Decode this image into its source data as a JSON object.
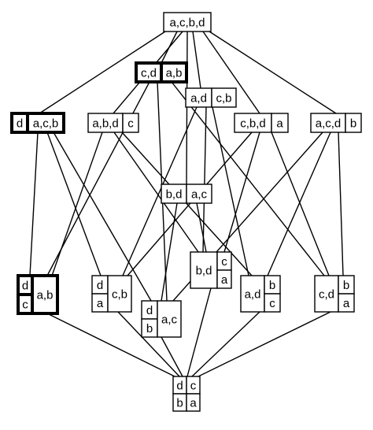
{
  "diagram": {
    "nodes": [
      {
        "id": "n-abcd",
        "highlight": false,
        "cells": [
          "a,c,b,d"
        ]
      },
      {
        "id": "n-cd-ab",
        "highlight": true,
        "cells": [
          "c,d",
          "a,b"
        ]
      },
      {
        "id": "n-ad-cb",
        "highlight": false,
        "cells": [
          "a,d",
          "c,b"
        ]
      },
      {
        "id": "n-d-acb",
        "highlight": true,
        "cells": [
          "d",
          "a,c,b"
        ]
      },
      {
        "id": "n-abd-c",
        "highlight": false,
        "cells": [
          "a,b,d",
          "c"
        ]
      },
      {
        "id": "n-cbd-a",
        "highlight": false,
        "cells": [
          "c,b,d",
          "a"
        ]
      },
      {
        "id": "n-acd-b",
        "highlight": false,
        "cells": [
          "a,c,d",
          "b"
        ]
      },
      {
        "id": "n-bd-ac",
        "highlight": false,
        "cells": [
          "b,d",
          "a,c"
        ]
      },
      {
        "id": "n-bd-c-a",
        "highlight": false,
        "cells": [
          "b,d",
          "c",
          "a"
        ]
      },
      {
        "id": "n-d-c-ab",
        "highlight": true,
        "cells": [
          "d",
          "c",
          "a,b"
        ]
      },
      {
        "id": "n-d-a-cb",
        "highlight": false,
        "cells": [
          "d",
          "a",
          "c,b"
        ]
      },
      {
        "id": "n-d-b-ac",
        "highlight": false,
        "cells": [
          "d",
          "b",
          "a,c"
        ]
      },
      {
        "id": "n-ad-b-c",
        "highlight": false,
        "cells": [
          "a,d",
          "b",
          "c"
        ]
      },
      {
        "id": "n-cd-b-a",
        "highlight": false,
        "cells": [
          "c,d",
          "b",
          "a"
        ]
      },
      {
        "id": "n-dcba",
        "highlight": false,
        "cells": [
          "d",
          "c",
          "b",
          "a"
        ]
      }
    ],
    "edges": [
      [
        "n-abcd",
        "n-d-acb"
      ],
      [
        "n-abcd",
        "n-cd-ab"
      ],
      [
        "n-abcd",
        "n-abd-c"
      ],
      [
        "n-abcd",
        "n-ad-cb"
      ],
      [
        "n-abcd",
        "n-cbd-a"
      ],
      [
        "n-abcd",
        "n-acd-b"
      ],
      [
        "n-abcd",
        "n-bd-ac"
      ],
      [
        "n-cd-ab",
        "n-d-c-ab"
      ],
      [
        "n-cd-ab",
        "n-d-b-ac"
      ],
      [
        "n-cd-ab",
        "n-cd-b-a"
      ],
      [
        "n-ad-cb",
        "n-d-a-cb"
      ],
      [
        "n-ad-cb",
        "n-ad-b-c"
      ],
      [
        "n-ad-cb",
        "n-bd-c-a"
      ],
      [
        "n-d-acb",
        "n-d-c-ab"
      ],
      [
        "n-d-acb",
        "n-d-a-cb"
      ],
      [
        "n-d-acb",
        "n-d-b-ac"
      ],
      [
        "n-abd-c",
        "n-d-c-ab"
      ],
      [
        "n-abd-c",
        "n-ad-b-c"
      ],
      [
        "n-abd-c",
        "n-bd-c-a"
      ],
      [
        "n-cbd-a",
        "n-d-a-cb"
      ],
      [
        "n-cbd-a",
        "n-cd-b-a"
      ],
      [
        "n-cbd-a",
        "n-bd-c-a"
      ],
      [
        "n-acd-b",
        "n-d-b-ac"
      ],
      [
        "n-acd-b",
        "n-ad-b-c"
      ],
      [
        "n-acd-b",
        "n-cd-b-a"
      ],
      [
        "n-bd-ac",
        "n-d-b-ac"
      ],
      [
        "n-bd-ac",
        "n-bd-c-a"
      ],
      [
        "n-d-c-ab",
        "n-dcba"
      ],
      [
        "n-d-a-cb",
        "n-dcba"
      ],
      [
        "n-d-b-ac",
        "n-dcba"
      ],
      [
        "n-ad-b-c",
        "n-dcba"
      ],
      [
        "n-cd-b-a",
        "n-dcba"
      ],
      [
        "n-bd-c-a",
        "n-dcba"
      ]
    ]
  }
}
